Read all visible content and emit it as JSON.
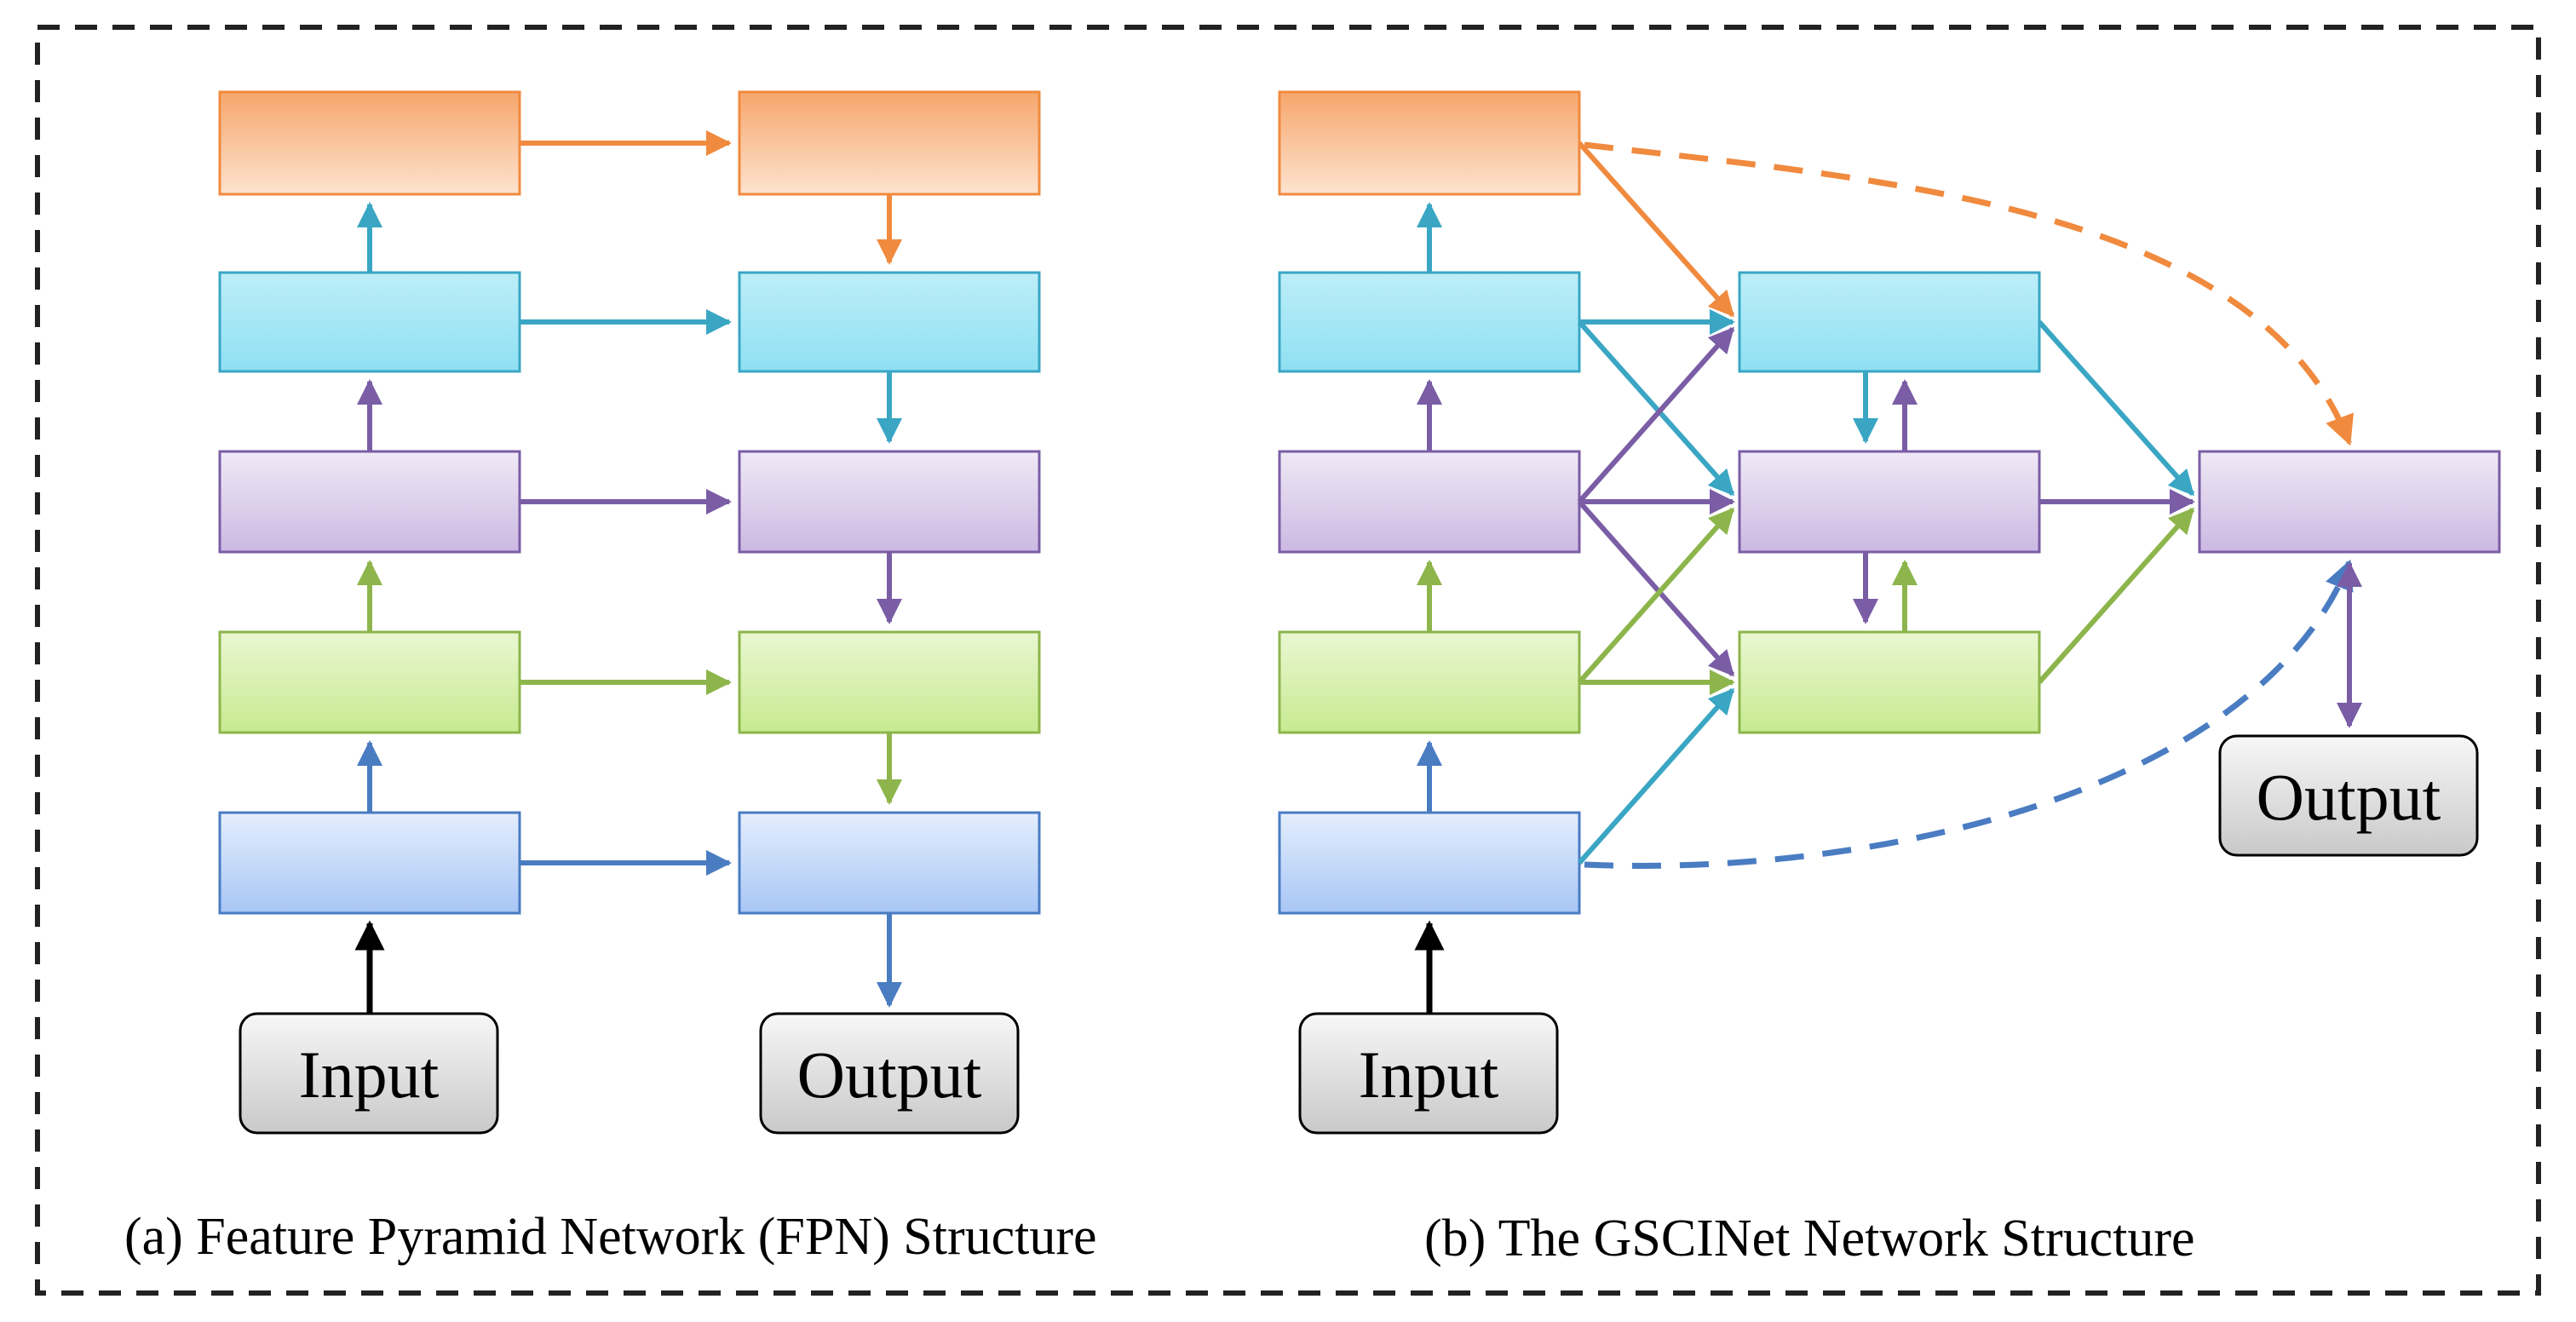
{
  "panel_a": {
    "caption": "(a) Feature Pyramid Network (FPN) Structure",
    "input_label": "Input",
    "output_label": "Output"
  },
  "panel_b": {
    "caption": "(b) The GSCINet Network Structure",
    "input_label": "Input",
    "output_label": "Output"
  },
  "colors": {
    "orange": "#f08a3e",
    "cyan": "#3aa6c4",
    "purple": "#7a5da5",
    "green": "#8db54c",
    "blue": "#4a7cc2",
    "black": "#000000",
    "border": "#222222"
  }
}
